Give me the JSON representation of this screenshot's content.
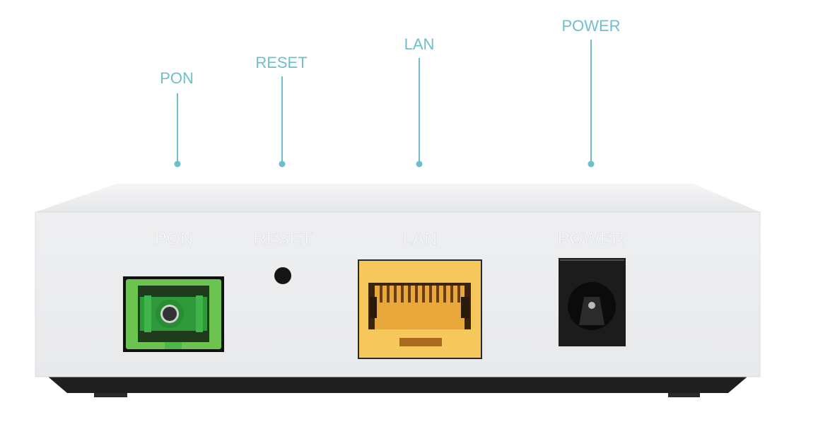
{
  "callouts": [
    {
      "label": "PON"
    },
    {
      "label": "RESET"
    },
    {
      "label": "LAN"
    },
    {
      "label": "POWER"
    }
  ],
  "panel_labels": {
    "pon": "PON",
    "reset": "RESET",
    "lan": "LAN",
    "power": "POWER"
  },
  "colors": {
    "callout": "#6fbfcb",
    "pon_port": "#5fbf4a",
    "lan_port": "#f6c75a",
    "body": "#ecedef",
    "base": "#222222"
  }
}
